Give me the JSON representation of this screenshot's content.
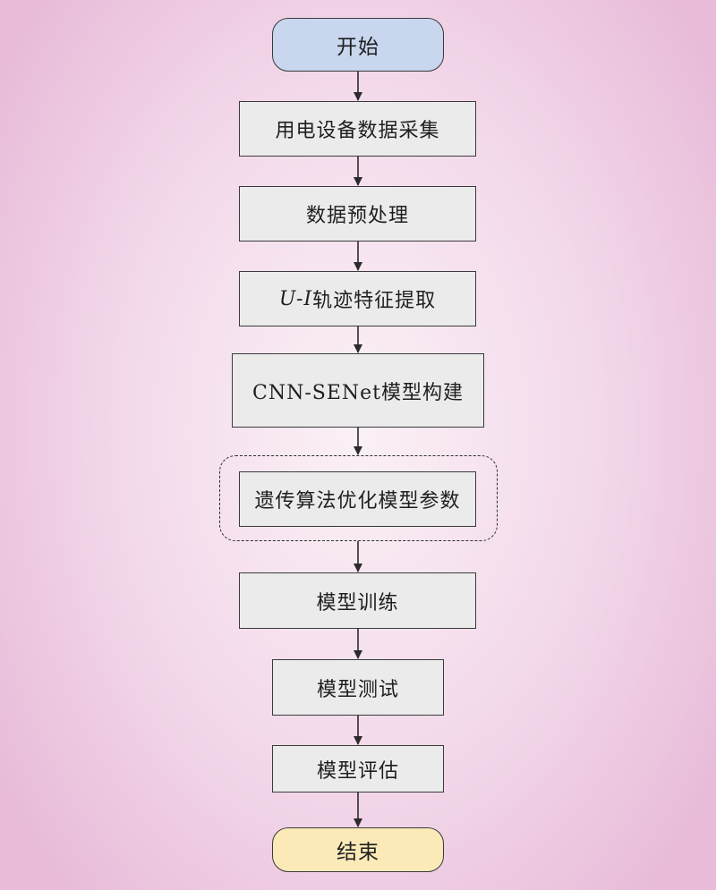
{
  "flow": {
    "start": "开始",
    "steps": [
      "用电设备数据采集",
      "数据预处理",
      "轨迹特征提取",
      "CNN-SENet模型构建",
      "遗传算法优化模型参数",
      "模型训练",
      "模型测试",
      "模型评估"
    ],
    "feature_prefix": "U-I",
    "end": "结束"
  },
  "colors": {
    "start_fill": "#c8d6ee",
    "end_fill": "#fbeab8",
    "step_fill": "#ebebeb",
    "background": "#f3d9ea"
  }
}
